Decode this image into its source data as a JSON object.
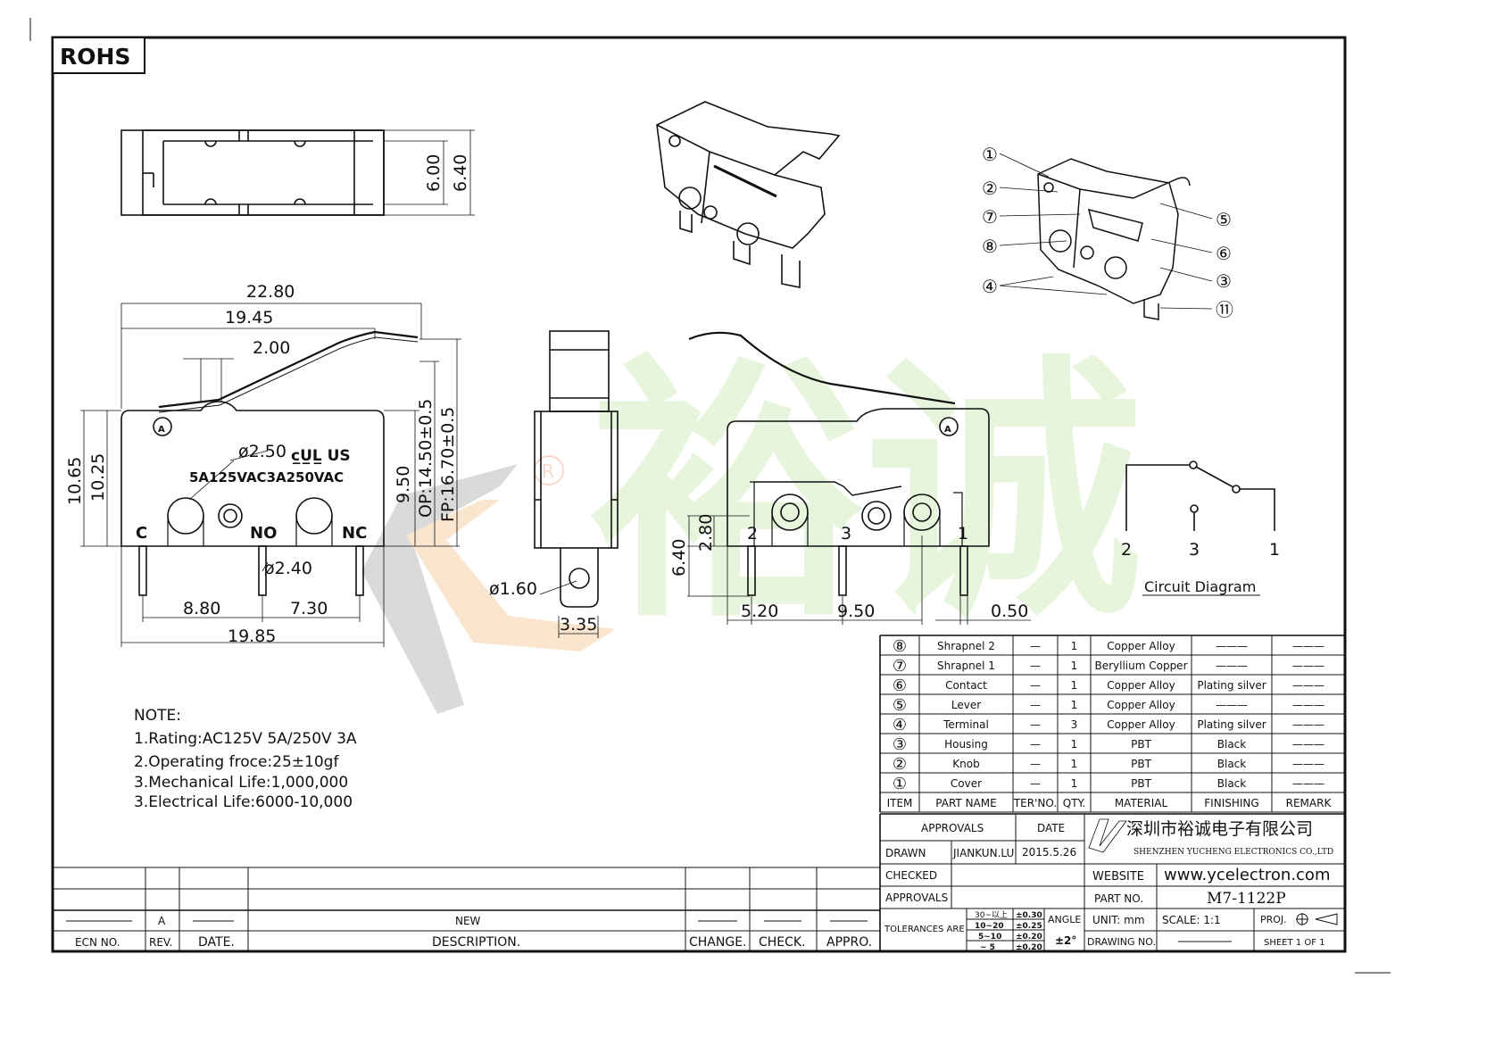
{
  "badge": "ROHS",
  "dims_top": {
    "w600": "6.00",
    "w640": "6.40"
  },
  "dims_front": {
    "d2280": "22.80",
    "d1945": "19.45",
    "d200": "2.00",
    "h1065": "10.65",
    "h1025": "10.25",
    "h950": "9.50",
    "op": "OP:14.50±0.5",
    "fp": "FP:16.70±0.5",
    "hole": "ø2.50",
    "pin": "ø2.40",
    "d880": "8.80",
    "d730": "7.30",
    "d1985": "19.85"
  },
  "front_marks": {
    "rating": "5A125VAC3A250VAC",
    "c": "C",
    "no": "NO",
    "nc": "NC",
    "ul": "c̲U̲L̲ US"
  },
  "dims_side": {
    "hole": "ø1.60",
    "d335": "3.35"
  },
  "dims_back": {
    "d640": "6.40",
    "d280": "2.80",
    "d520": "5.20",
    "d950": "9.50",
    "d050": "0.50",
    "t2": "2",
    "t3": "3",
    "t1": "1"
  },
  "iso_callouts": [
    "①",
    "②",
    "⑦",
    "⑧",
    "④",
    "⑤",
    "⑥",
    "③",
    "⑪"
  ],
  "circuit": {
    "t2": "2",
    "t3": "3",
    "t1": "1",
    "title": "Circuit Diagram"
  },
  "notes": [
    "NOTE:",
    "1.Rating:AC125V 5A/250V 3A",
    "2.Operating froce:25±10gf",
    "3.Mechanical Life:1,000,000",
    "3.Electrical Life:6000-10,000"
  ],
  "bom": {
    "header": [
      "ITEM",
      "PART NAME",
      "TER'NO.",
      "QTY.",
      "MATERIAL",
      "FINISHING",
      "REMARK"
    ],
    "rows": [
      [
        "⑧",
        "Shrapnel 2",
        "—",
        "1",
        "Copper Alloy",
        "———",
        "———"
      ],
      [
        "⑦",
        "Shrapnel 1",
        "—",
        "1",
        "Beryllium Copper",
        "———",
        "———"
      ],
      [
        "⑥",
        "Contact",
        "—",
        "1",
        "Copper Alloy",
        "Plating silver",
        "———"
      ],
      [
        "⑤",
        "Lever",
        "—",
        "1",
        "Copper Alloy",
        "———",
        "———"
      ],
      [
        "④",
        "Terminal",
        "—",
        "3",
        "Copper Alloy",
        "Plating silver",
        "———"
      ],
      [
        "③",
        "Housing",
        "—",
        "1",
        "PBT",
        "Black",
        "———"
      ],
      [
        "②",
        "Knob",
        "—",
        "1",
        "PBT",
        "Black",
        "———"
      ],
      [
        "①",
        "Cover",
        "—",
        "1",
        "PBT",
        "Black",
        "———"
      ]
    ]
  },
  "title_block": {
    "approvals": "APPROVALS",
    "date": "DATE",
    "drawn": "DRAWN",
    "drawn_by": "JIANKUN.LU",
    "drawn_date": "2015.5.26",
    "checked": "CHECKED",
    "approvals2": "APPROVALS",
    "company_cn": "深圳市裕诚电子有限公司",
    "company_en": "SHENZHEN YUCHENG ELECTRONICS CO.,LTD",
    "website_lbl": "WEBSITE",
    "website": "www.ycelectron.com",
    "partno_lbl": "PART NO.",
    "partno": "M7-1122P",
    "tol_lbl": "TOLERANCES ARE",
    "tol_ranges": [
      "30~以上",
      "10~20",
      "5~10",
      "~ 5"
    ],
    "tol_values": [
      "±0.30",
      "±0.25",
      "±0.20",
      "±0.20"
    ],
    "angle_lbl": "ANGLE",
    "angle": "±2°",
    "unit": "UNIT: mm",
    "scale": "SCALE:  1:1",
    "proj": "PROJ.",
    "drawing_no": "DRAWING NO.",
    "sheet": "SHEET  1  OF  1"
  },
  "revision": {
    "rev": "A",
    "new": "NEW",
    "headers": [
      "ECN NO.",
      "REV.",
      "DATE.",
      "DESCRIPTION.",
      "CHANGE.",
      "CHECK.",
      "APPRO."
    ]
  },
  "watermark": {
    "text": "裕诚",
    "reg": "R"
  }
}
